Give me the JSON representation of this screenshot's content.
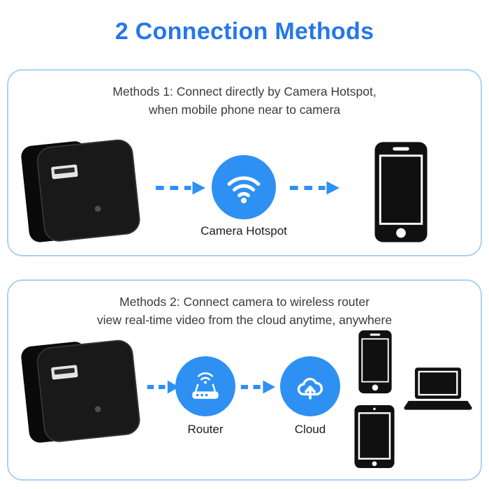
{
  "title": "2 Connection Methods",
  "colors": {
    "title_blue": "#2577E8",
    "accent_blue": "#2E90F2",
    "panel_border": "#A9D3F5",
    "text_dark": "#3A3A3A",
    "device_black": "#111111"
  },
  "method1": {
    "heading_line1": "Methods 1: Connect directly by Camera Hotspot,",
    "heading_line2": "when mobile phone near to camera",
    "hotspot_label": "Camera Hotspot",
    "icons": [
      "camera-charger",
      "dashed-arrow-icon",
      "wifi-icon",
      "dashed-arrow-icon",
      "smartphone-icon"
    ]
  },
  "method2": {
    "heading_line1": "Methods 2: Connect camera to wireless router",
    "heading_line2": "view real-time video from the cloud anytime, anywhere",
    "router_label": "Router",
    "cloud_label": "Cloud",
    "icons": [
      "camera-charger",
      "dashed-arrow-icon",
      "router-icon",
      "dashed-arrow-icon",
      "cloud-upload-icon",
      "smartphone-icon",
      "laptop-icon",
      "tablet-icon"
    ]
  }
}
